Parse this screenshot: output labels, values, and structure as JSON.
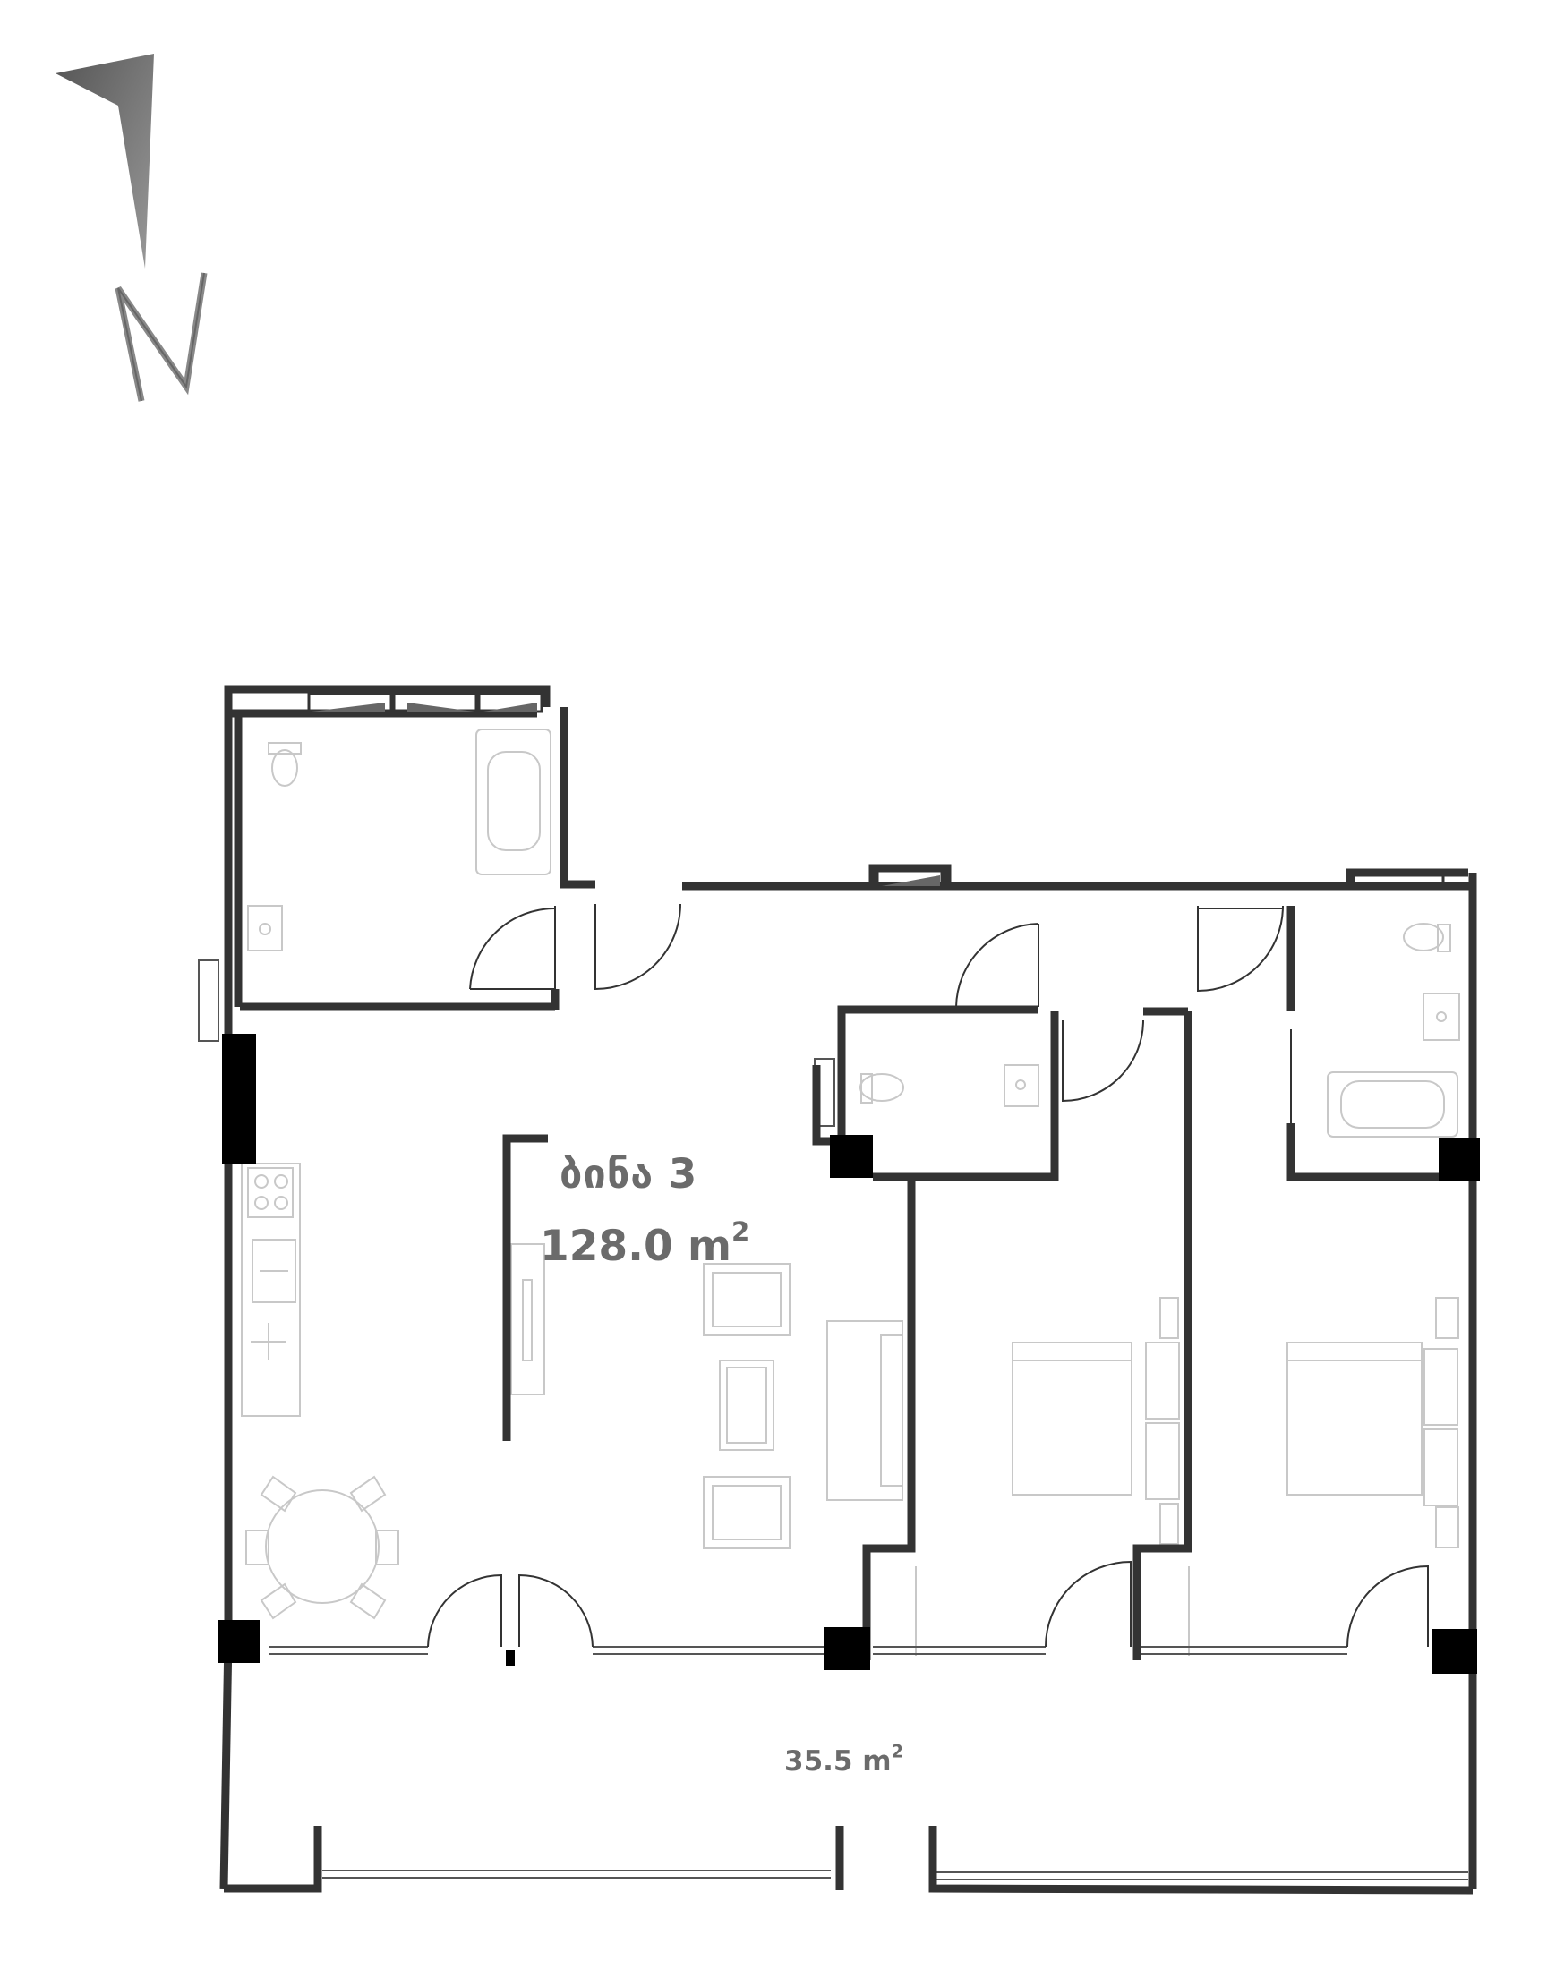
{
  "plan": {
    "apartment_name": "ბინა 3",
    "apartment_area_value": "128.0 m",
    "apartment_area_unit_sup": "2",
    "balcony_area_value": "35.5 m",
    "balcony_area_unit_sup": "2",
    "compass_letter": "N",
    "compass_icon": "north-arrow-icon"
  },
  "colors": {
    "wall": "#333333",
    "column": "#000000",
    "furniture": "#c8c8c8",
    "label": "#6b6b6b",
    "compass": "#777777"
  }
}
